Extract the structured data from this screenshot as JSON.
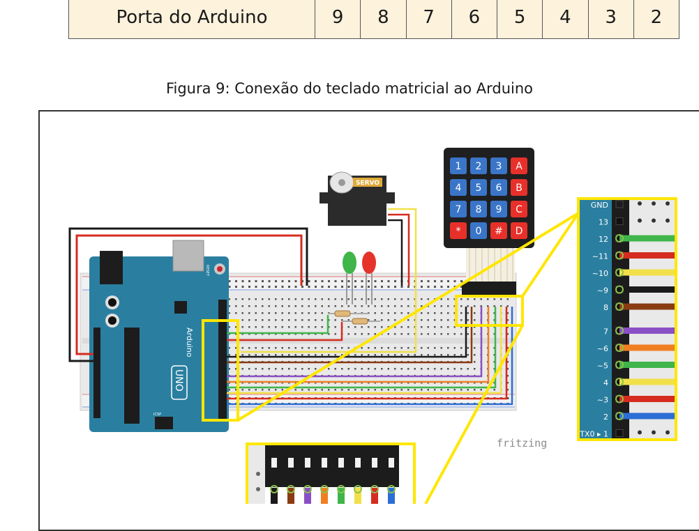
{
  "table": {
    "header": "Porta do Arduino",
    "cells": [
      "9",
      "8",
      "7",
      "6",
      "5",
      "4",
      "3",
      "2"
    ]
  },
  "caption": "Figura 9: Conexão do teclado matricial ao Arduino",
  "keypad": {
    "keys": [
      "1",
      "2",
      "3",
      "A",
      "4",
      "5",
      "6",
      "B",
      "7",
      "8",
      "9",
      "C",
      "*",
      "0",
      "#",
      "D"
    ]
  },
  "servo_label": "SERVO",
  "watermark": "fritzing",
  "arduino": {
    "brand": "Arduino",
    "model": "UNO",
    "reset": "RESET",
    "icsp": "ICSP"
  },
  "pin_labels": [
    "GND",
    "13",
    "12",
    "~11",
    "~10",
    "~9",
    "8",
    "7",
    "~6",
    "~5",
    "4",
    "~3",
    "2",
    "TX0 ▸ 1"
  ],
  "colors": {
    "table_fill": "#fdf2dc",
    "highlight": "#ffe600",
    "board": "#2a7fa0",
    "wire_red": "#d62b1f",
    "wire_green": "#3fb54a",
    "wire_yellow": "#f1e04a",
    "wire_purple": "#8a4fc4",
    "wire_orange": "#f07f22",
    "wire_blue": "#2c6ed6",
    "wire_brown": "#8a3b12"
  }
}
